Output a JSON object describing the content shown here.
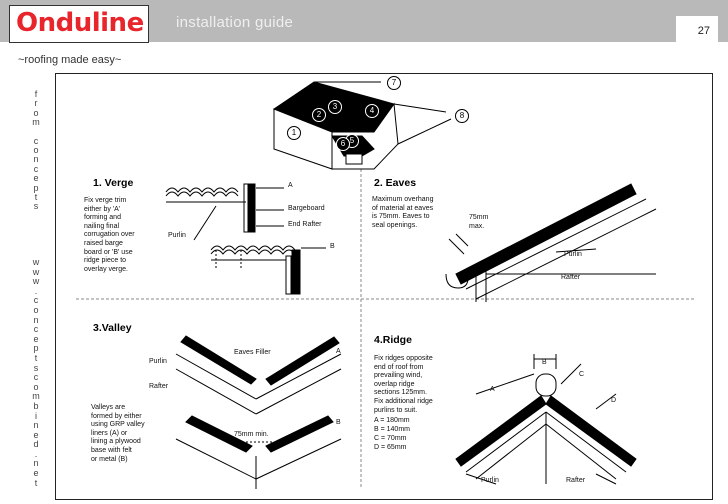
{
  "header": {
    "logo": "Onduline",
    "title": "installation guide",
    "page_number": "27"
  },
  "tagline": "~roofing made easy~",
  "side_text_1": [
    "f",
    "r",
    "o",
    "m",
    "",
    "c",
    "o",
    "n",
    "c",
    "e",
    "p",
    "t",
    "s"
  ],
  "side_text_2": [
    "w",
    "w",
    "w",
    ".",
    "c",
    "o",
    "n",
    "c",
    "e",
    "p",
    "t",
    "s",
    "c",
    "o",
    "m",
    "b",
    "i",
    "n",
    "e",
    "d",
    ".",
    "n",
    "e",
    "t"
  ],
  "overview_labels": [
    "1",
    "2",
    "3",
    "4",
    "5",
    "6",
    "7",
    "8"
  ],
  "verge": {
    "title": "1. Verge",
    "text": "Fix verge trim\neither by 'A'\nforming and\nnailing final\ncorrugation over\nraised barge\nboard or 'B' use\nridge piece to\noverlay verge.",
    "label_a": "A",
    "label_bargeboard": "Bargeboard",
    "label_end_rafter": "End Rafter",
    "label_purlin": "Purlin",
    "label_b": "B"
  },
  "eaves": {
    "title": "2. Eaves",
    "text": "Maximum overhang\nof material at eaves\nis 75mm. Eaves to\nseal openings.",
    "label_max": "75mm\nmax.",
    "label_purlin": "Purlin",
    "label_rafter": "Rafter"
  },
  "valley": {
    "title": "3.Valley",
    "label_eaves_filler": "Eaves Filler",
    "label_a": "A",
    "label_purlin": "Purlin",
    "label_rafter": "Rafter",
    "text": "Valleys are\nformed by either\nusing GRP valley\nliners (A) or\nlining a plywood\nbase with felt\nor metal (B)",
    "label_b": "B",
    "label_min": "75mm min."
  },
  "ridge": {
    "title": "4.Ridge",
    "text": "Fix ridges opposite\nend of roof from\nprevailing wind,\noverlap ridge\nsections 125mm.\nFix additional ridge\npurlins to suit.",
    "dims": [
      "A  =  180mm",
      "B  =  140mm",
      "C  =  70mm",
      "D  =  65mm"
    ],
    "label_a": "A",
    "label_b": "B",
    "label_c": "C",
    "label_d": "D",
    "label_purlin": "Purlin",
    "label_rafter": "Rafter"
  }
}
